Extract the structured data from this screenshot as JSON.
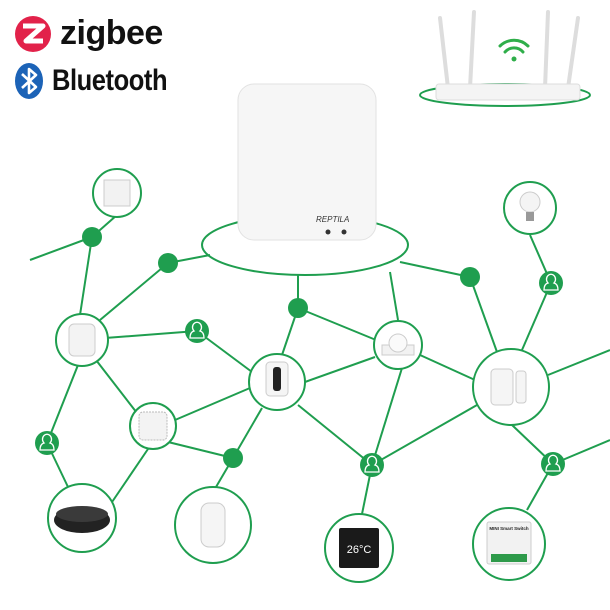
{
  "logos": {
    "zigbee": "zigbee",
    "bluetooth": "Bluetooth"
  },
  "hub_brand": "REPTILA",
  "colors": {
    "network_green": "#1f9e4f",
    "zigbee_red": "#e2224a",
    "bluetooth_blue": "#1c63b7",
    "wifi_green": "#2fae4a"
  },
  "devices": [
    {
      "name": "wall-switch",
      "icon": "wall-switch"
    },
    {
      "name": "smart-bulb",
      "icon": "bulb"
    },
    {
      "name": "smart-plug",
      "icon": "plug"
    },
    {
      "name": "radiator-valve",
      "icon": "thermostat-valve"
    },
    {
      "name": "motion-sensor",
      "icon": "motion-sensor"
    },
    {
      "name": "door-sensor",
      "icon": "door-sensor"
    },
    {
      "name": "mini-relay",
      "icon": "relay"
    },
    {
      "name": "ir-remote",
      "icon": "ir-blaster"
    },
    {
      "name": "temp-sensor",
      "icon": "thermometer"
    },
    {
      "name": "thermostat-panel",
      "icon": "thermostat",
      "display": "26°C"
    },
    {
      "name": "mini-smart-switch",
      "icon": "switch-module",
      "label": "MINI Smart Switch"
    }
  ]
}
